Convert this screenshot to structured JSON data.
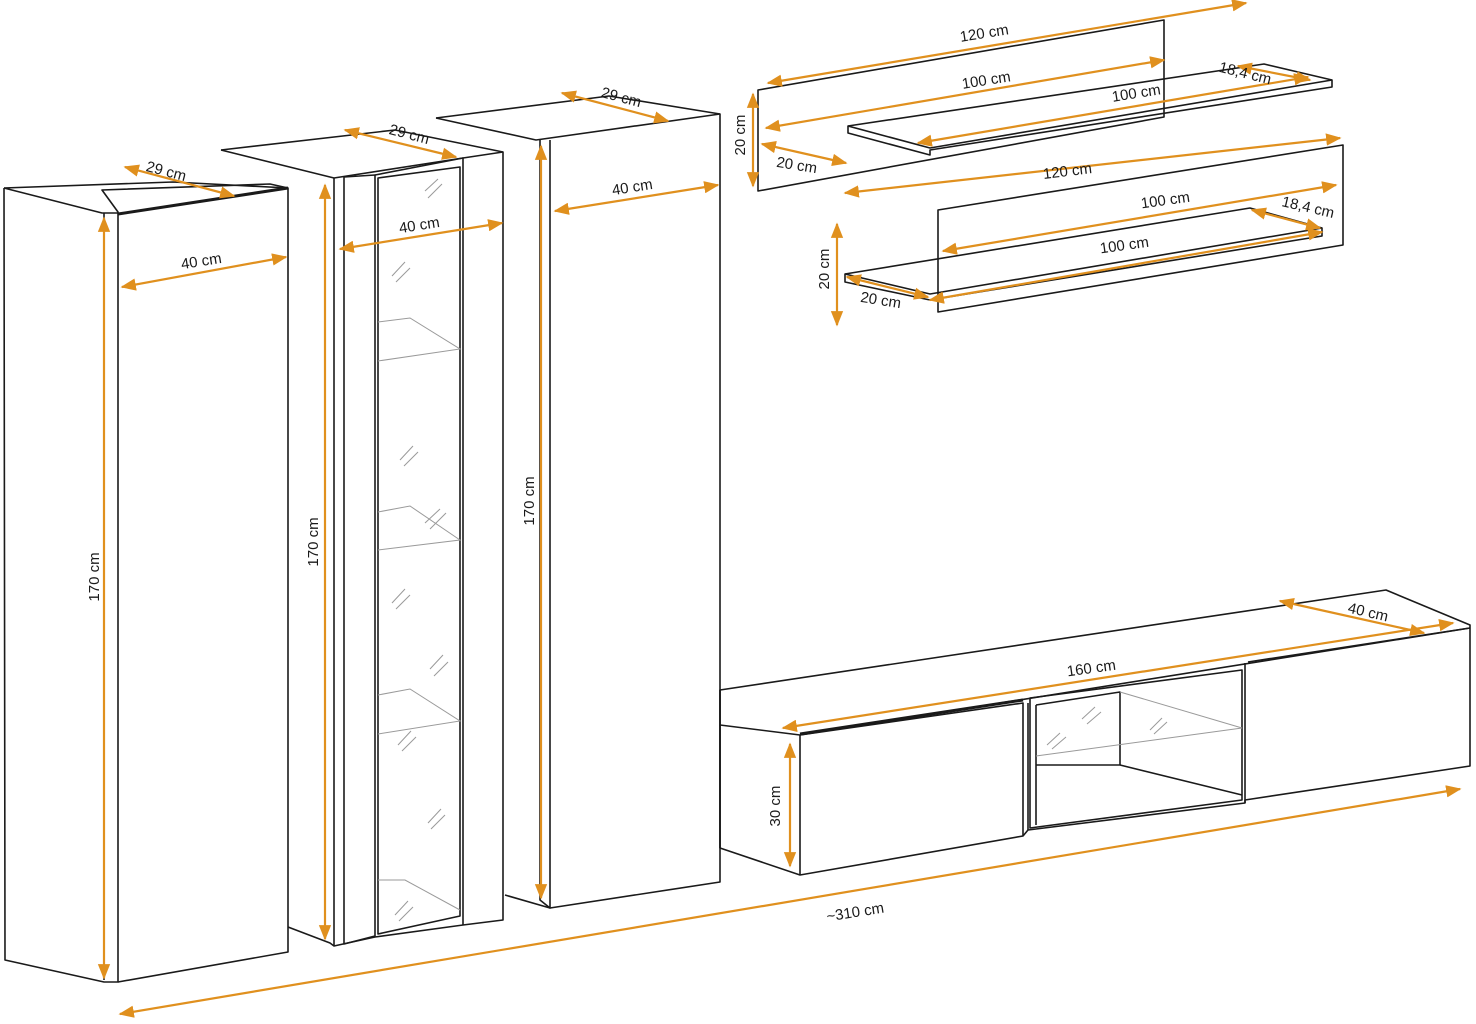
{
  "accent_color": "#e0901e",
  "line_color": "#1a1a1a",
  "labels": {
    "cab1_depth": "29 cm",
    "cab1_width": "40 cm",
    "cab1_height": "170 cm",
    "cab2_depth": "29 cm",
    "cab2_width": "40 cm",
    "cab2_height": "170 cm",
    "cab3_depth": "29 cm",
    "cab3_width": "40 cm",
    "cab3_height": "170 cm",
    "shelf1_panel_width": "120 cm",
    "shelf1_panel_inner": "100 cm",
    "shelf1_board_width": "100 cm",
    "shelf1_board_depth": "18,4 cm",
    "shelf1_height": "20 cm",
    "shelf1_depth": "20 cm",
    "shelf2_panel_width": "120 cm",
    "shelf2_panel_inner": "100 cm",
    "shelf2_board_width": "100 cm",
    "shelf2_board_depth": "18,4 cm",
    "shelf2_height": "20 cm",
    "shelf2_depth": "20 cm",
    "tv_width": "160 cm",
    "tv_depth": "40 cm",
    "tv_height": "30 cm",
    "total_width": "~310 cm"
  }
}
